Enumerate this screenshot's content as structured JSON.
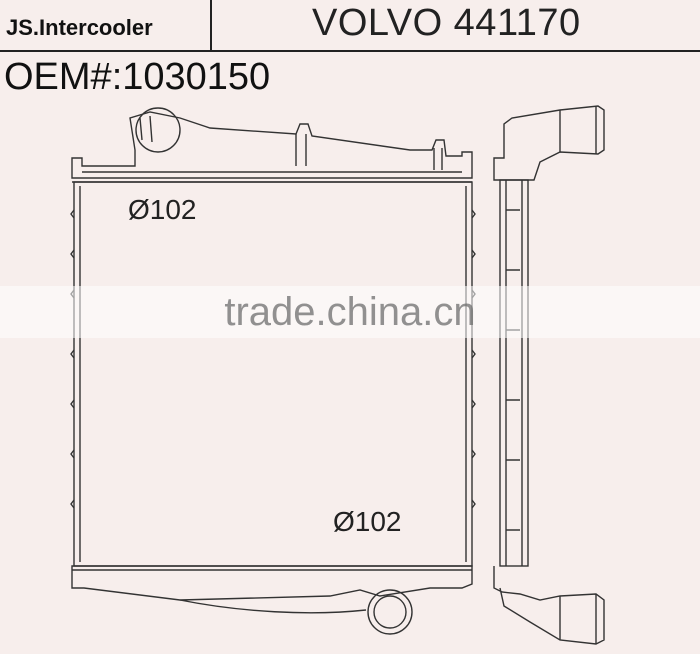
{
  "header": {
    "brand": "JS.Intercooler",
    "model": "VOLVO 441170"
  },
  "oem_label": "OEM#:1030150",
  "dimensions": {
    "top_port": "Ø102",
    "bottom_port": "Ø102"
  },
  "watermark": "trade.china.cn",
  "colors": {
    "background": "#f7eeec",
    "line": "#333333"
  }
}
